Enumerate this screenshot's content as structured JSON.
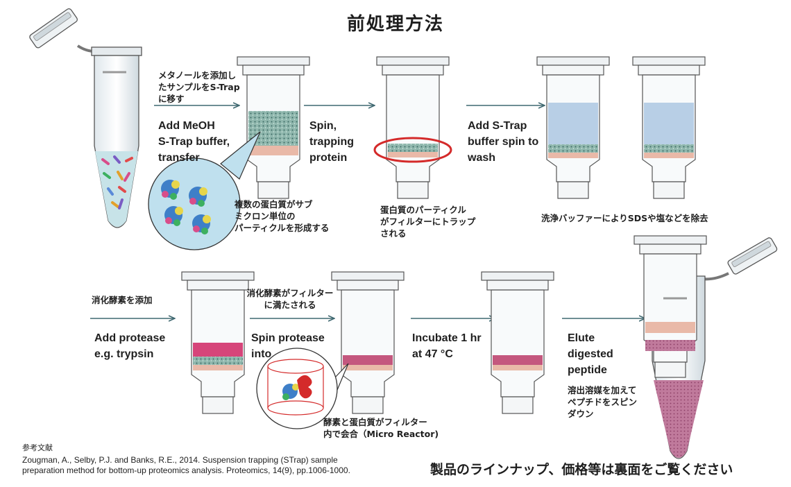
{
  "title": "前処理方法",
  "steps": {
    "s1": {
      "jp": [
        "メタノールを添加し",
        "たサンプルをS-Trap",
        "に移す"
      ],
      "en": [
        "Add MeOH",
        "S-Trap buffer,",
        "transfer"
      ]
    },
    "s2": {
      "en": [
        "Spin,",
        "trapping",
        "protein"
      ]
    },
    "s3": {
      "en": [
        "Add S-Trap",
        "buffer spin to",
        "wash"
      ]
    },
    "s4": {
      "jp": [
        "消化酵素を添加"
      ],
      "en": [
        "Add protease",
        "e.g. trypsin"
      ]
    },
    "s5": {
      "jp": [
        "消化酵素がフィルター",
        "に満たされる"
      ],
      "en": [
        "Spin protease",
        "into"
      ]
    },
    "s6": {
      "en": [
        "Incubate 1 hr",
        "at 47 °C"
      ]
    },
    "s7": {
      "en": [
        "Elute",
        "digested",
        "peptide"
      ]
    }
  },
  "captions": {
    "c1": [
      "複数の蛋白質がサブ",
      "ミクロン単位の",
      "パーティクルを形成する"
    ],
    "c2": [
      "蛋白質のパーティクル",
      "がフィルターにトラップ",
      "される"
    ],
    "c3": [
      "洗浄バッファーによりSDSや塩などを除去"
    ],
    "c4": [
      "酵素と蛋白質がフィルター",
      "内で会合（Micro Reactor)"
    ],
    "c5": [
      "溶出溶媒を加えて",
      "ペプチドをスピン",
      "ダウン"
    ]
  },
  "reference": {
    "heading": "参考文献",
    "lines": [
      "Zougman, A., Selby, P.J. and Banks, R.E., 2014. Suspension trapping (STrap) sample",
      "preparation method for bottom-up proteomics analysis. Proteomics, 14(9), pp.1006-1000."
    ]
  },
  "notice": "製品のラインナップ、価格等は裏面をご覧ください",
  "colors": {
    "arrow": "#3f6870",
    "highlight": "#d42a2a",
    "wash": "#b8cfe6",
    "protein": "#7ea79e",
    "filter": "#e9b9a8",
    "protease": "#d6457a",
    "peptide": "#b8668f"
  }
}
